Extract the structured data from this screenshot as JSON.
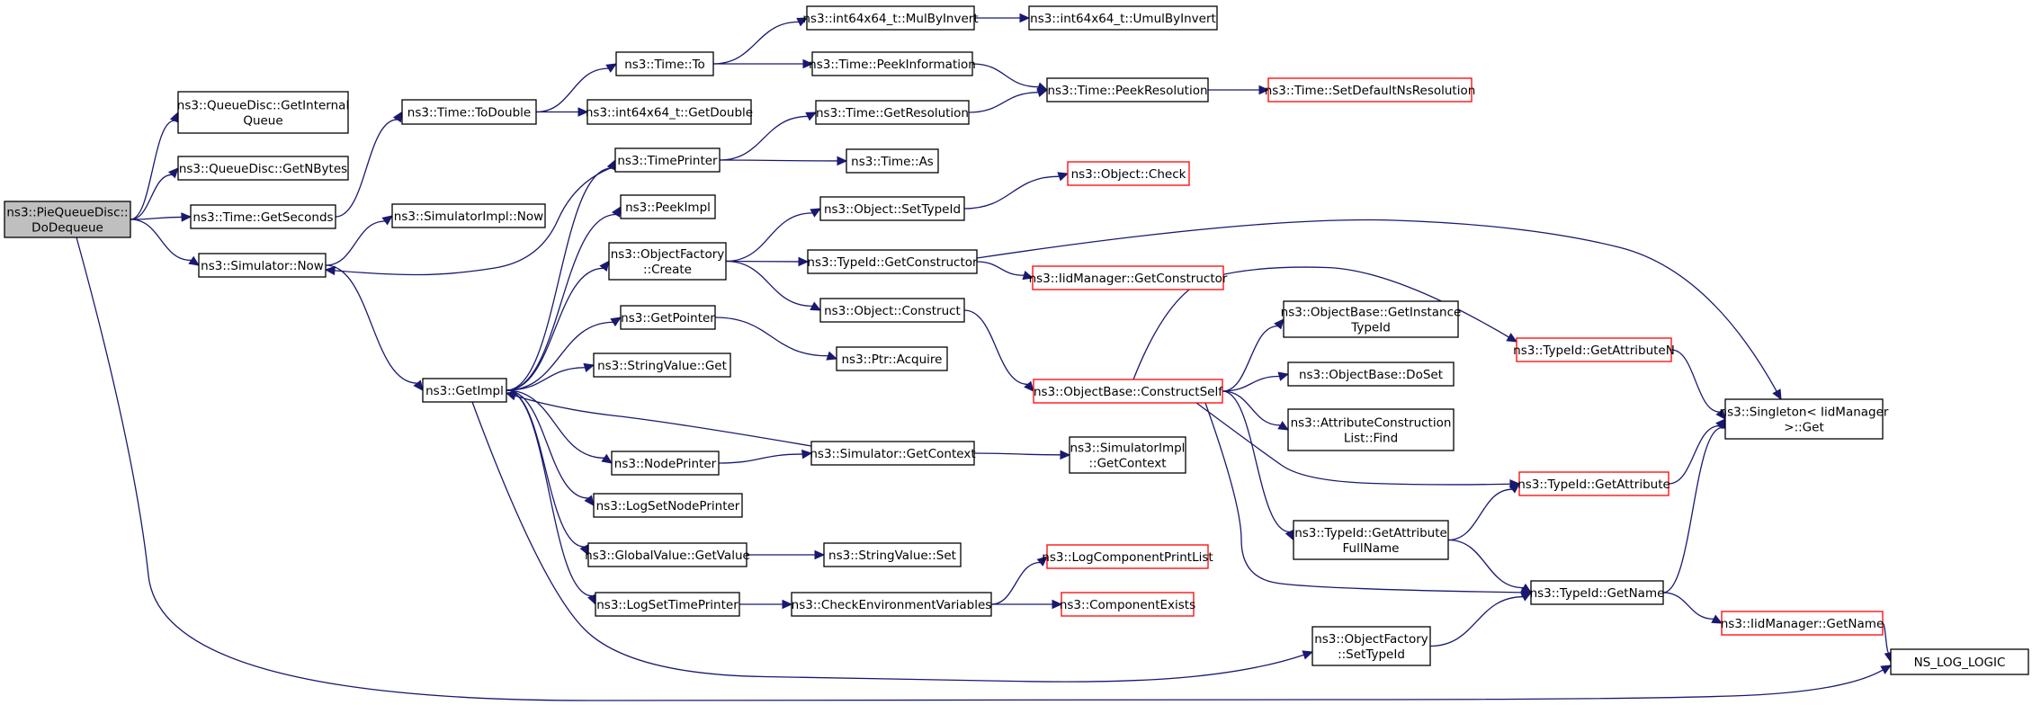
{
  "colors": {
    "edge": "#191970",
    "node_border": "#000000",
    "truncated_border": "#ff0000",
    "focus_fill": "#bfbfbf",
    "node_fill": "#ffffff"
  },
  "nodes": [
    {
      "id": "n_dodequeue",
      "label": [
        "ns3::PieQueueDisc::",
        "DoDequeue"
      ],
      "style": "focus"
    },
    {
      "id": "n_getinternalqueue",
      "label": [
        "ns3::QueueDisc::GetInternal",
        "Queue"
      ],
      "style": "normal"
    },
    {
      "id": "n_getnbytes",
      "label": [
        "ns3::QueueDisc::GetNBytes"
      ],
      "style": "normal"
    },
    {
      "id": "n_getseconds",
      "label": [
        "ns3::Time::GetSeconds"
      ],
      "style": "normal"
    },
    {
      "id": "n_simnow",
      "label": [
        "ns3::Simulator::Now"
      ],
      "style": "normal"
    },
    {
      "id": "n_todouble",
      "label": [
        "ns3::Time::ToDouble"
      ],
      "style": "normal"
    },
    {
      "id": "n_simimplnow",
      "label": [
        "ns3::SimulatorImpl::Now"
      ],
      "style": "normal"
    },
    {
      "id": "n_getimpl",
      "label": [
        "ns3::GetImpl"
      ],
      "style": "normal"
    },
    {
      "id": "n_timeto",
      "label": [
        "ns3::Time::To"
      ],
      "style": "normal"
    },
    {
      "id": "n_int64getdouble",
      "label": [
        "ns3::int64x64_t::GetDouble"
      ],
      "style": "normal"
    },
    {
      "id": "n_timeprinter",
      "label": [
        "ns3::TimePrinter"
      ],
      "style": "normal"
    },
    {
      "id": "n_peekimpl",
      "label": [
        "ns3::PeekImpl"
      ],
      "style": "normal"
    },
    {
      "id": "n_objfactorycreate",
      "label": [
        "ns3::ObjectFactory",
        "::Create"
      ],
      "style": "normal"
    },
    {
      "id": "n_getpointer",
      "label": [
        "ns3::GetPointer"
      ],
      "style": "normal"
    },
    {
      "id": "n_stringvalueget",
      "label": [
        "ns3::StringValue::Get"
      ],
      "style": "normal"
    },
    {
      "id": "n_nodeprinter",
      "label": [
        "ns3::NodePrinter"
      ],
      "style": "normal"
    },
    {
      "id": "n_logsetnodeprinter",
      "label": [
        "ns3::LogSetNodePrinter"
      ],
      "style": "normal"
    },
    {
      "id": "n_globalvaluegetvalue",
      "label": [
        "ns3::GlobalValue::GetValue"
      ],
      "style": "normal"
    },
    {
      "id": "n_logsettimeprinter",
      "label": [
        "ns3::LogSetTimePrinter"
      ],
      "style": "normal"
    },
    {
      "id": "n_mulbyinvert",
      "label": [
        "ns3::int64x64_t::MulByInvert"
      ],
      "style": "normal"
    },
    {
      "id": "n_peekinformation",
      "label": [
        "ns3::Time::PeekInformation"
      ],
      "style": "normal"
    },
    {
      "id": "n_getresolution",
      "label": [
        "ns3::Time::GetResolution"
      ],
      "style": "normal"
    },
    {
      "id": "n_timeas",
      "label": [
        "ns3::Time::As"
      ],
      "style": "normal"
    },
    {
      "id": "n_objsettypeid",
      "label": [
        "ns3::Object::SetTypeId"
      ],
      "style": "normal"
    },
    {
      "id": "n_typeidgetconstructor",
      "label": [
        "ns3::TypeId::GetConstructor"
      ],
      "style": "normal"
    },
    {
      "id": "n_objconstruct",
      "label": [
        "ns3::Object::Construct"
      ],
      "style": "normal"
    },
    {
      "id": "n_ptracquire",
      "label": [
        "ns3::Ptr::Acquire"
      ],
      "style": "normal"
    },
    {
      "id": "n_simgetcontext",
      "label": [
        "ns3::Simulator::GetContext"
      ],
      "style": "normal"
    },
    {
      "id": "n_stringvalueset",
      "label": [
        "ns3::StringValue::Set"
      ],
      "style": "normal"
    },
    {
      "id": "n_checkenv",
      "label": [
        "ns3::CheckEnvironmentVariables"
      ],
      "style": "normal"
    },
    {
      "id": "n_umulbyinvert",
      "label": [
        "ns3::int64x64_t::UmulByInvert"
      ],
      "style": "normal"
    },
    {
      "id": "n_peekresolution",
      "label": [
        "ns3::Time::PeekResolution"
      ],
      "style": "normal"
    },
    {
      "id": "n_setdefaultns",
      "label": [
        "ns3::Time::SetDefaultNsResolution"
      ],
      "style": "truncated"
    },
    {
      "id": "n_objectcheck",
      "label": [
        "ns3::Object::Check"
      ],
      "style": "truncated"
    },
    {
      "id": "n_iidgetconstructor",
      "label": [
        "ns3::IidManager::GetConstructor"
      ],
      "style": "truncated"
    },
    {
      "id": "n_constructself",
      "label": [
        "ns3::ObjectBase::ConstructSelf"
      ],
      "style": "truncated"
    },
    {
      "id": "n_simimplgetcontext",
      "label": [
        "ns3::SimulatorImpl",
        "::GetContext"
      ],
      "style": "normal"
    },
    {
      "id": "n_logcomponentprintlist",
      "label": [
        "ns3::LogComponentPrintList"
      ],
      "style": "truncated"
    },
    {
      "id": "n_componentexists",
      "label": [
        "ns3::ComponentExists"
      ],
      "style": "truncated"
    },
    {
      "id": "n_objfactorysettypeid",
      "label": [
        "ns3::ObjectFactory",
        "::SetTypeId"
      ],
      "style": "normal"
    },
    {
      "id": "n_getinstancetypeid",
      "label": [
        "ns3::ObjectBase::GetInstance",
        "TypeId"
      ],
      "style": "normal"
    },
    {
      "id": "n_doset",
      "label": [
        "ns3::ObjectBase::DoSet"
      ],
      "style": "normal"
    },
    {
      "id": "n_attrconstructionfind",
      "label": [
        "ns3::AttributeConstruction",
        "List::Find"
      ],
      "style": "normal"
    },
    {
      "id": "n_getattributefullname",
      "label": [
        "ns3::TypeId::GetAttribute",
        "FullName"
      ],
      "style": "normal"
    },
    {
      "id": "n_typeidgetattributen",
      "label": [
        "ns3::TypeId::GetAttributeN"
      ],
      "style": "truncated"
    },
    {
      "id": "n_typeidgetattribute",
      "label": [
        "ns3::TypeId::GetAttribute"
      ],
      "style": "truncated"
    },
    {
      "id": "n_typeidgetname",
      "label": [
        "ns3::TypeId::GetName"
      ],
      "style": "normal"
    },
    {
      "id": "n_singletonget",
      "label": [
        "ns3::Singleton< IidManager",
        ">::Get"
      ],
      "style": "normal"
    },
    {
      "id": "n_iidgetname",
      "label": [
        "ns3::IidManager::GetName"
      ],
      "style": "truncated"
    },
    {
      "id": "n_nsloglogic",
      "label": [
        "NS_LOG_LOGIC"
      ],
      "style": "normal"
    }
  ],
  "edges": [
    [
      "n_dodequeue",
      "n_getinternalqueue"
    ],
    [
      "n_dodequeue",
      "n_getnbytes"
    ],
    [
      "n_dodequeue",
      "n_getseconds"
    ],
    [
      "n_dodequeue",
      "n_simnow"
    ],
    [
      "n_dodequeue",
      "n_nsloglogic"
    ],
    [
      "n_getseconds",
      "n_todouble"
    ],
    [
      "n_todouble",
      "n_timeto"
    ],
    [
      "n_todouble",
      "n_int64getdouble"
    ],
    [
      "n_timeto",
      "n_mulbyinvert"
    ],
    [
      "n_timeto",
      "n_peekinformation"
    ],
    [
      "n_mulbyinvert",
      "n_umulbyinvert"
    ],
    [
      "n_peekinformation",
      "n_peekresolution"
    ],
    [
      "n_peekresolution",
      "n_setdefaultns"
    ],
    [
      "n_simnow",
      "n_simimplnow"
    ],
    [
      "n_simnow",
      "n_getimpl"
    ],
    [
      "n_getimpl",
      "n_timeprinter"
    ],
    [
      "n_getimpl",
      "n_peekimpl"
    ],
    [
      "n_getimpl",
      "n_objfactorycreate"
    ],
    [
      "n_getimpl",
      "n_getpointer"
    ],
    [
      "n_getimpl",
      "n_stringvalueget"
    ],
    [
      "n_getimpl",
      "n_nodeprinter"
    ],
    [
      "n_getimpl",
      "n_logsetnodeprinter"
    ],
    [
      "n_getimpl",
      "n_globalvaluegetvalue"
    ],
    [
      "n_getimpl",
      "n_logsettimeprinter"
    ],
    [
      "n_getimpl",
      "n_objfactorysettypeid"
    ],
    [
      "n_timeprinter",
      "n_simnow"
    ],
    [
      "n_timeprinter",
      "n_getresolution"
    ],
    [
      "n_timeprinter",
      "n_timeas"
    ],
    [
      "n_getresolution",
      "n_peekresolution"
    ],
    [
      "n_objfactorycreate",
      "n_objsettypeid"
    ],
    [
      "n_objfactorycreate",
      "n_typeidgetconstructor"
    ],
    [
      "n_objfactorycreate",
      "n_objconstruct"
    ],
    [
      "n_objsettypeid",
      "n_objectcheck"
    ],
    [
      "n_typeidgetconstructor",
      "n_iidgetconstructor"
    ],
    [
      "n_typeidgetconstructor",
      "n_singletonget"
    ],
    [
      "n_objconstruct",
      "n_constructself"
    ],
    [
      "n_getpointer",
      "n_ptracquire"
    ],
    [
      "n_nodeprinter",
      "n_simgetcontext"
    ],
    [
      "n_simgetcontext",
      "n_getimpl"
    ],
    [
      "n_simgetcontext",
      "n_simimplgetcontext"
    ],
    [
      "n_globalvaluegetvalue",
      "n_stringvalueset"
    ],
    [
      "n_logsettimeprinter",
      "n_checkenv"
    ],
    [
      "n_checkenv",
      "n_logcomponentprintlist"
    ],
    [
      "n_checkenv",
      "n_componentexists"
    ],
    [
      "n_constructself",
      "n_getinstancetypeid"
    ],
    [
      "n_constructself",
      "n_doset"
    ],
    [
      "n_constructself",
      "n_attrconstructionfind"
    ],
    [
      "n_constructself",
      "n_getattributefullname"
    ],
    [
      "n_constructself",
      "n_typeidgetattributen"
    ],
    [
      "n_constructself",
      "n_typeidgetattribute"
    ],
    [
      "n_constructself",
      "n_typeidgetname"
    ],
    [
      "n_getattributefullname",
      "n_typeidgetattribute"
    ],
    [
      "n_getattributefullname",
      "n_typeidgetname"
    ],
    [
      "n_typeidgetattributen",
      "n_singletonget"
    ],
    [
      "n_typeidgetattribute",
      "n_singletonget"
    ],
    [
      "n_typeidgetname",
      "n_singletonget"
    ],
    [
      "n_typeidgetname",
      "n_iidgetname"
    ],
    [
      "n_iidgetname",
      "n_nsloglogic"
    ],
    [
      "n_objfactorysettypeid",
      "n_typeidgetname"
    ]
  ]
}
